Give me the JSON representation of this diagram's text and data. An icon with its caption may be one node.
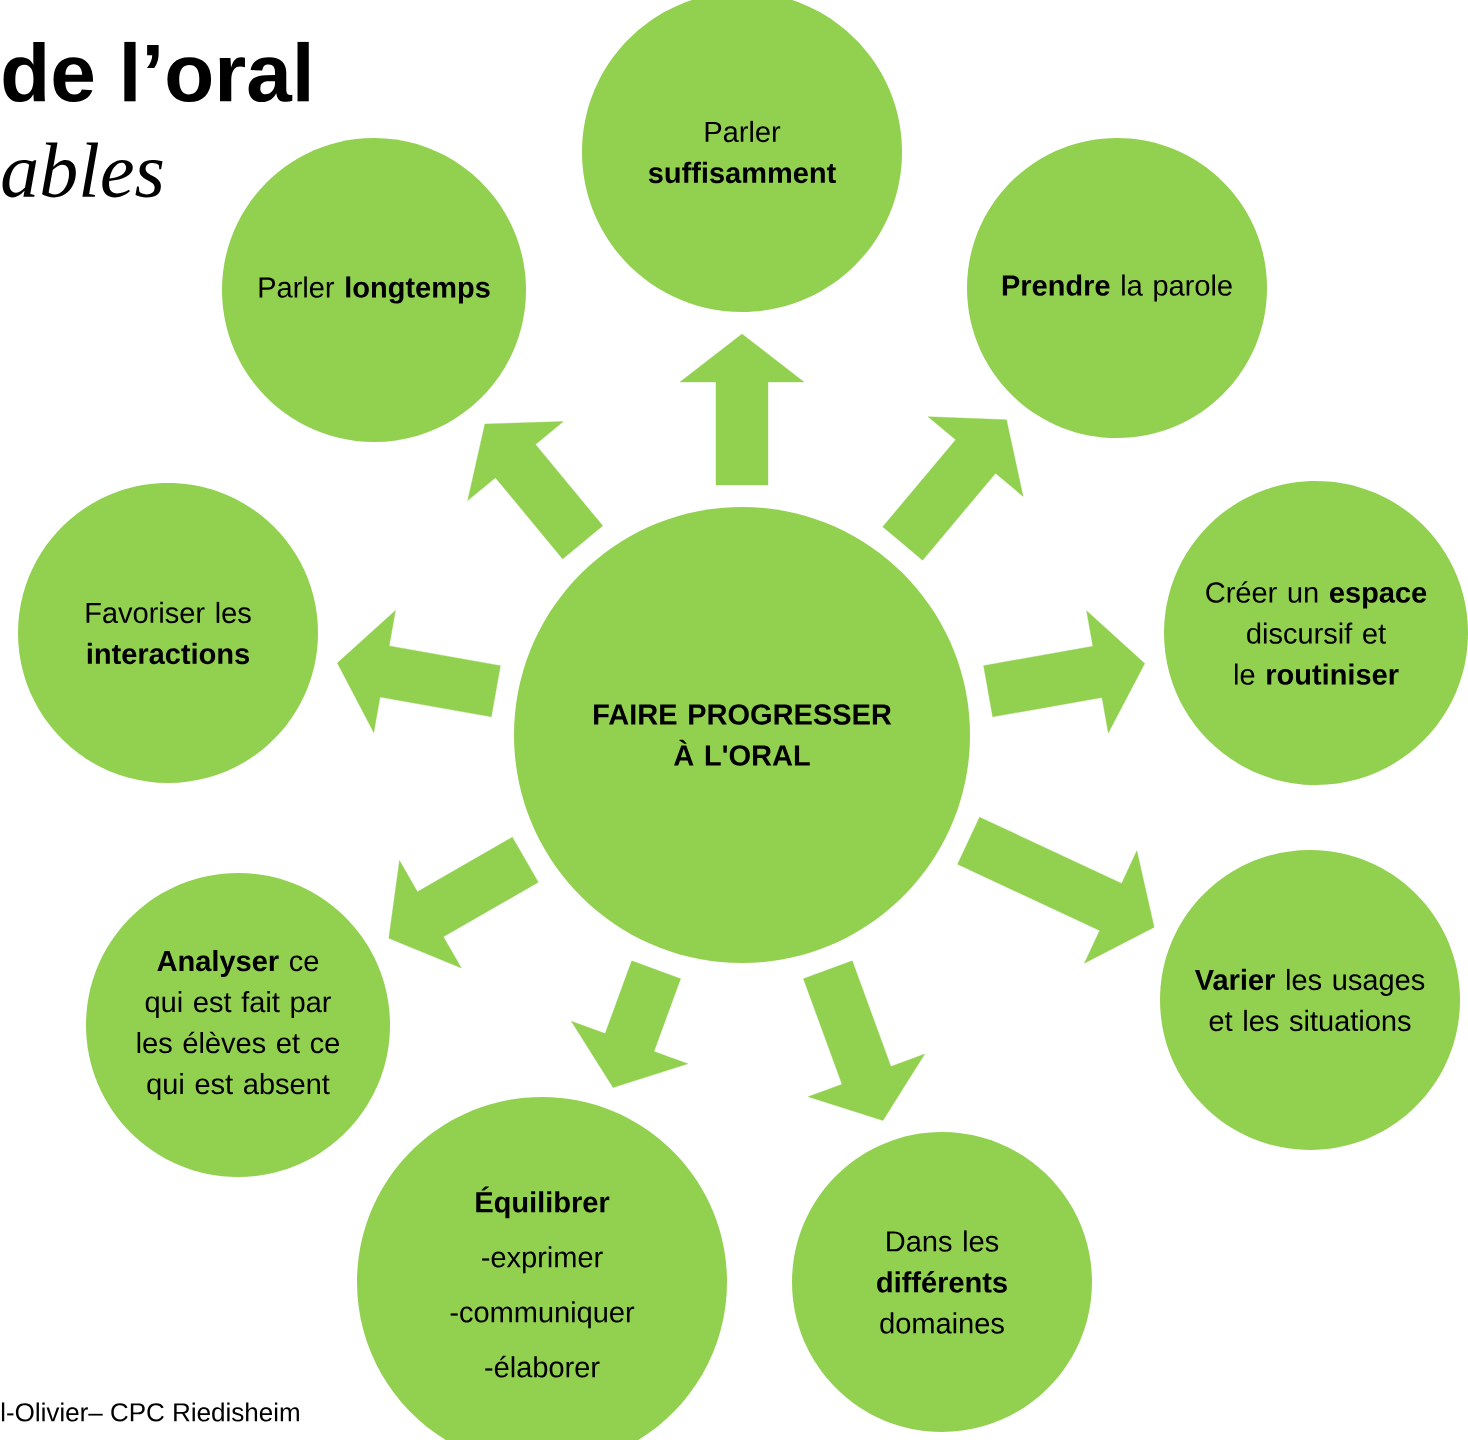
{
  "diagram": {
    "nodes": [
      {
        "text": [
          "FAIRE PROGRESSER À L'ORAL"
        ]
      },
      {
        "text": [
          "Parler **suffisamment**"
        ]
      },
      {
        "text": [
          "**Prendre** la parole"
        ]
      },
      {
        "text": [
          "Créer un **espace** discursif et le **routiniser**"
        ]
      },
      {
        "text": [
          "**Varier** les usages et les situations"
        ]
      },
      {
        "text": [
          "Dans les **différents** domaines"
        ]
      },
      {
        "text": [
          "Équilibrer",
          "-exprimer",
          "-communiquer",
          "-élaborer"
        ]
      },
      {
        "text": [
          "**Analyser** ce qui est fait par les élèves et ce qui est absent"
        ]
      },
      {
        "text": [
          "Favoriser les **interactions**"
        ]
      },
      {
        "text": [
          "Parler **longtemps**"
        ]
      }
    ],
    "edges": [
      {
        "from": 0,
        "to": 1,
        "arrow": "to"
      },
      {
        "from": 0,
        "to": 2,
        "arrow": "to"
      },
      {
        "from": 0,
        "to": 3,
        "arrow": "to"
      },
      {
        "from": 0,
        "to": 4,
        "arrow": "to"
      },
      {
        "from": 0,
        "to": 5,
        "arrow": "to"
      },
      {
        "from": 0,
        "to": 6,
        "arrow": "to"
      },
      {
        "from": 0,
        "to": 7,
        "arrow": "to"
      },
      {
        "from": 0,
        "to": 8,
        "arrow": "to"
      },
      {
        "from": 0,
        "to": 9,
        "arrow": "to"
      }
    ],
    "labels": [
      "de l’oral",
      "ables",
      "l-Olivier– CPC Riedisheim"
    ]
  }
}
